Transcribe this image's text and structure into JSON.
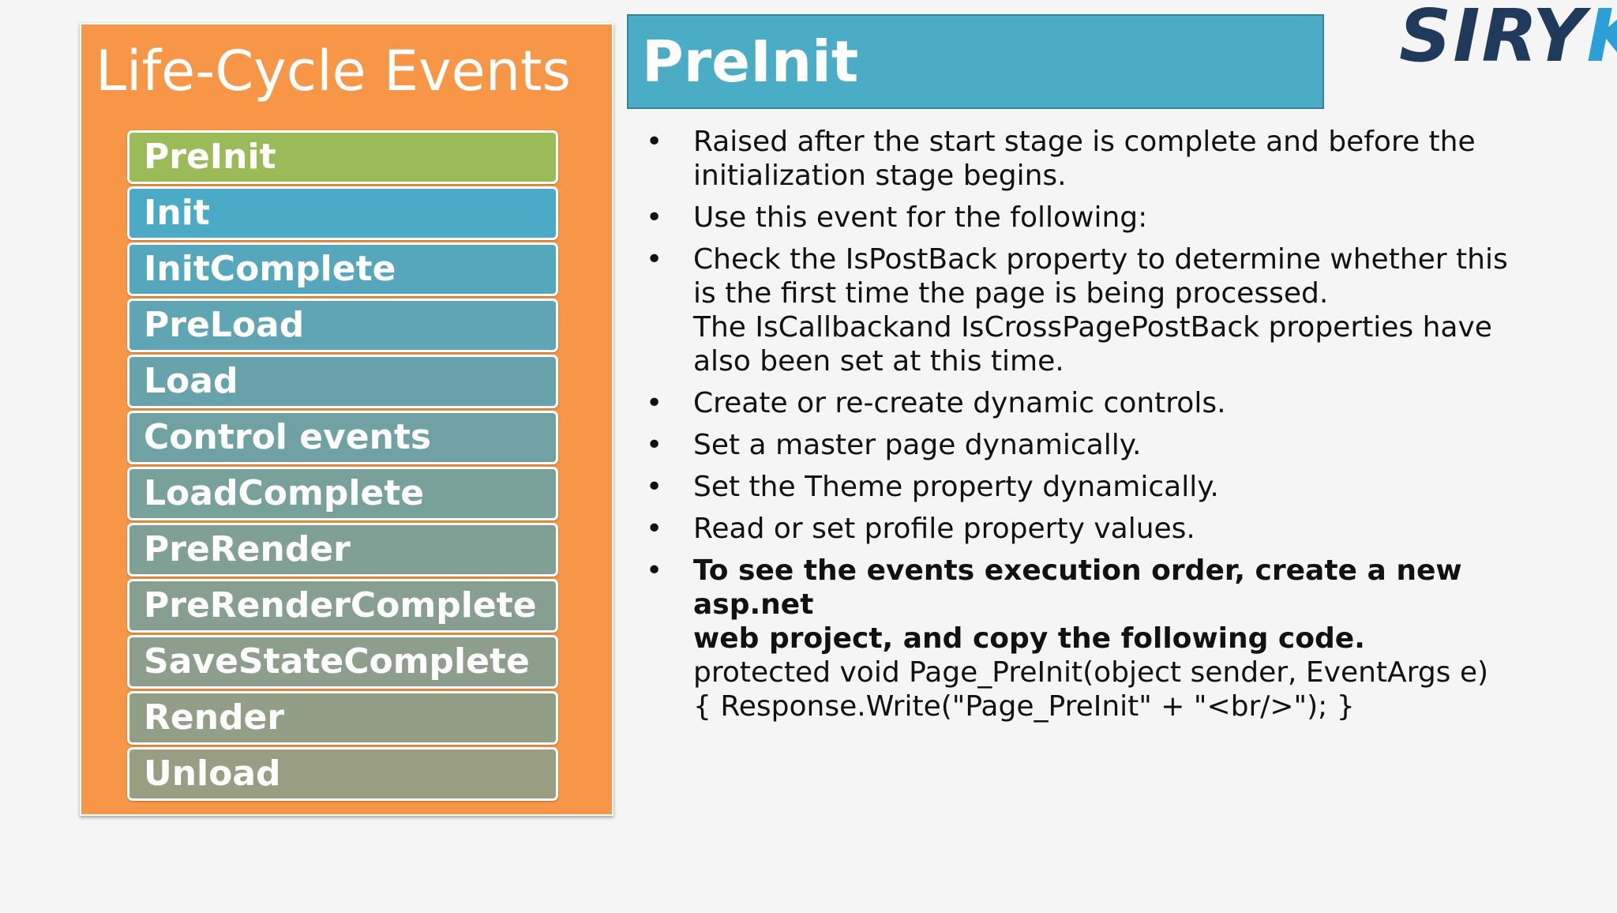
{
  "left": {
    "title": "Life-Cycle Events",
    "events": [
      {
        "label": "PreInit",
        "color": "#9bbb59"
      },
      {
        "label": "Init",
        "color": "#4baac5"
      },
      {
        "label": "InitComplete",
        "color": "#55a7bb"
      },
      {
        "label": "PreLoad",
        "color": "#5fa5b3"
      },
      {
        "label": "Load",
        "color": "#68a3ab"
      },
      {
        "label": "Control events",
        "color": "#71a2a3"
      },
      {
        "label": "LoadComplete",
        "color": "#79a19c"
      },
      {
        "label": "PreRender",
        "color": "#80a096"
      },
      {
        "label": "PreRenderComplete",
        "color": "#879f91"
      },
      {
        "label": "SaveStateComplete",
        "color": "#8d9f8c"
      },
      {
        "label": "Render",
        "color": "#939e87"
      },
      {
        "label": "Unload",
        "color": "#999e83"
      }
    ]
  },
  "header": {
    "title": "PreInit"
  },
  "logo": {
    "part1": "SIRY",
    "part2": "KT"
  },
  "bullets": [
    {
      "symbol": "•",
      "lines": [
        "Raised after the start stage is complete and before the",
        "initialization stage begins."
      ]
    },
    {
      "symbol": "•",
      "lines": [
        "Use this event for the following:"
      ]
    },
    {
      "symbol": "•",
      "lines": [
        "Check the IsPostBack property to determine whether this",
        "is the first time the page is being processed.",
        "The IsCallbackand IsCrossPagePostBack properties have",
        "also been set at this time."
      ]
    },
    {
      "symbol": "•",
      "lines": [
        "Create or re-create dynamic controls."
      ]
    },
    {
      "symbol": "•",
      "lines": [
        "Set a master page dynamically."
      ]
    },
    {
      "symbol": "•",
      "lines": [
        "Set the Theme property dynamically."
      ]
    },
    {
      "symbol": "•",
      "lines": [
        "Read or set profile property values."
      ]
    },
    {
      "symbol": "•",
      "bold_lines": [
        "To see the events execution order, create a new asp.net",
        "web project, and copy the following code."
      ],
      "lines": [
        "protected void Page_PreInit(object sender, EventArgs e)",
        "{ Response.Write(\"Page_PreInit\" + \"<br/>\");  }"
      ]
    }
  ]
}
